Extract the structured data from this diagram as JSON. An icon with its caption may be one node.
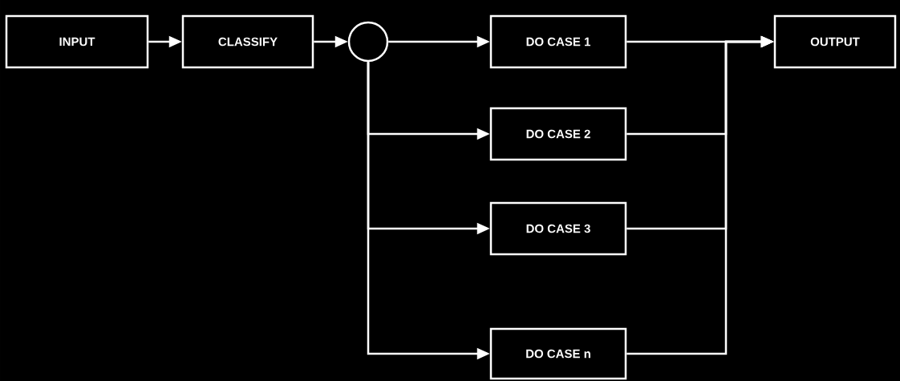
{
  "diagram": {
    "nodes": [
      {
        "text": [
          "INPUT"
        ]
      },
      {
        "text": [
          "CLASSIFY"
        ]
      },
      {
        "text": [],
        "shape": "circle"
      },
      {
        "text": [
          "DO CASE 1"
        ]
      },
      {
        "text": [
          "DO CASE 2"
        ]
      },
      {
        "text": [
          "DO CASE 3"
        ]
      },
      {
        "text": [
          "DO CASE n"
        ]
      },
      {
        "text": [
          "OUTPUT"
        ]
      }
    ],
    "edges": [
      {
        "from": 0,
        "to": 1,
        "arrow": "to"
      },
      {
        "from": 1,
        "to": 2,
        "arrow": "to"
      },
      {
        "from": 2,
        "to": 3,
        "arrow": "to"
      },
      {
        "from": 2,
        "to": 4,
        "arrow": "to"
      },
      {
        "from": 2,
        "to": 5,
        "arrow": "to"
      },
      {
        "from": 2,
        "to": 6,
        "arrow": "to"
      },
      {
        "from": 3,
        "to": 7,
        "arrow": "to"
      },
      {
        "from": 4,
        "to": 7,
        "arrow": "to"
      },
      {
        "from": 5,
        "to": 7,
        "arrow": "to"
      },
      {
        "from": 6,
        "to": 7,
        "arrow": "to"
      }
    ]
  }
}
